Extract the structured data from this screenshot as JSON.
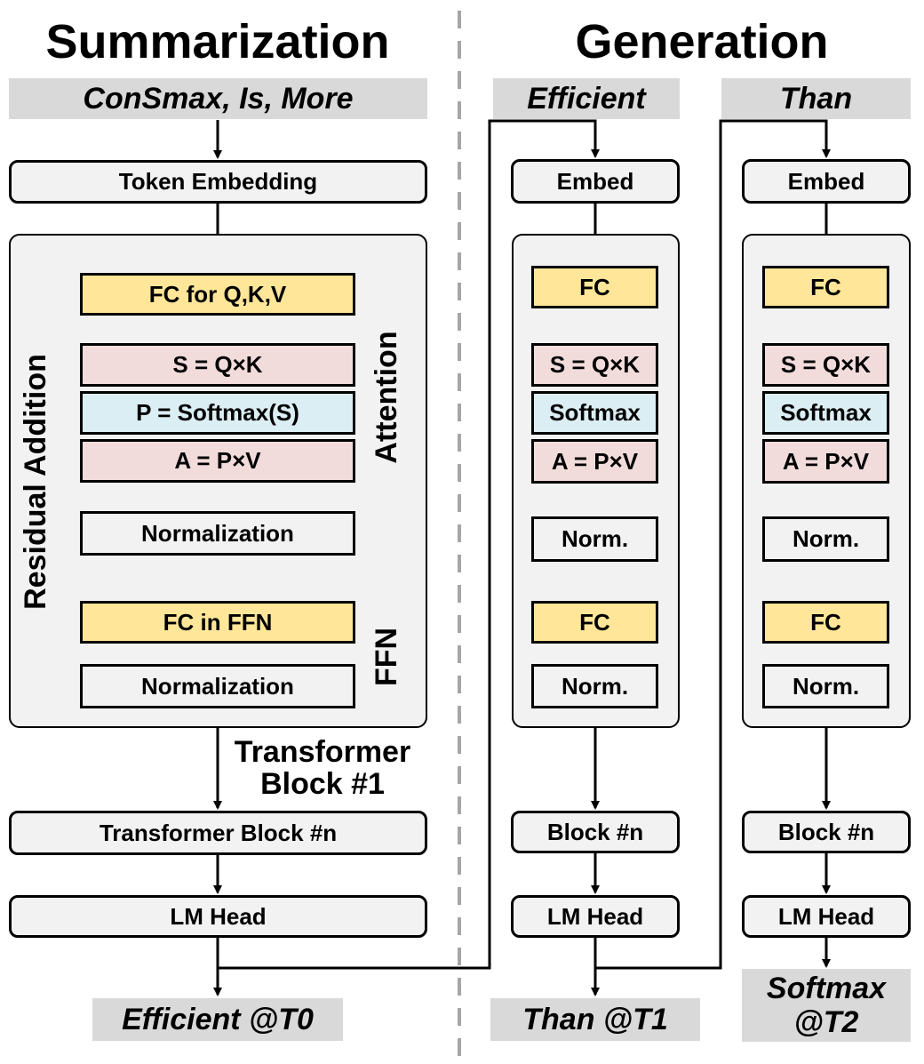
{
  "colors": {
    "fc": "#ffe699",
    "matmul": "#f2dcdb",
    "softmax": "#dbeef4",
    "box": "#f2f2f2",
    "token": "#d9d9d9",
    "divider": "#a6a6a6"
  },
  "summarization": {
    "title": "Summarization",
    "input": "ConSmax, Is, More",
    "token_embedding": "Token Embedding",
    "fc_qkv": "FC for Q,K,V",
    "s_eq": "S = Q×K",
    "p_eq": "P = Softmax(S)",
    "a_eq": "A = P×V",
    "norm1": "Normalization",
    "fc_ffn": "FC in FFN",
    "norm2": "Normalization",
    "residual_label": "Residual Addition",
    "attention_label": "Attention",
    "ffn_label": "FFN",
    "block_caption_line1": "Transformer",
    "block_caption_line2": "Block #1",
    "block_n": "Transformer Block #n",
    "lm_head": "LM Head",
    "output": "Efficient @T0"
  },
  "generation": {
    "title": "Generation",
    "columns": [
      {
        "input": "Efficient",
        "embed": "Embed",
        "fc1": "FC",
        "s_eq": "S = Q×K",
        "softmax": "Softmax",
        "a_eq": "A = P×V",
        "norm1": "Norm.",
        "fc2": "FC",
        "norm2": "Norm.",
        "block_n": "Block #n",
        "lm_head": "LM Head",
        "output": "Than @T1"
      },
      {
        "input": "Than",
        "embed": "Embed",
        "fc1": "FC",
        "s_eq": "S = Q×K",
        "softmax": "Softmax",
        "a_eq": "A = P×V",
        "norm1": "Norm.",
        "fc2": "FC",
        "norm2": "Norm.",
        "block_n": "Block #n",
        "lm_head": "LM Head",
        "output_line1": "Softmax",
        "output_line2": "@T2"
      }
    ]
  }
}
